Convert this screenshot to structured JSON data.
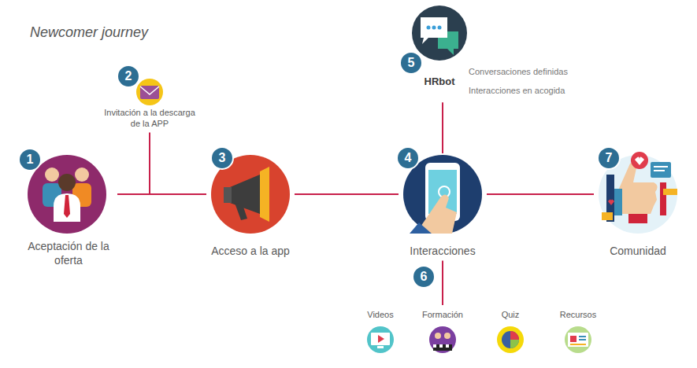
{
  "diagram": {
    "title": "Newcomer journey",
    "nodes": [
      {
        "text": [
          "Aceptación de la oferta"
        ]
      },
      {
        "text": [
          "Invitación a la descarga de la APP"
        ]
      },
      {
        "text": [
          "Acceso a la app"
        ]
      },
      {
        "text": [
          "Interacciones"
        ]
      },
      {
        "text": [
          "HRbot",
          "Conversaciones definidas",
          "Interacciones en acogida"
        ]
      },
      {
        "text": [
          "Comunidad"
        ]
      },
      {
        "text": [
          "Videos"
        ]
      },
      {
        "text": [
          "Formación"
        ]
      },
      {
        "text": [
          "Quiz"
        ]
      },
      {
        "text": [
          "Recursos"
        ]
      }
    ],
    "edges": [
      {
        "from": 0,
        "to": 2,
        "arrow": "none"
      },
      {
        "from": 0,
        "to": 1,
        "arrow": "none"
      },
      {
        "from": 2,
        "to": 3,
        "arrow": "none"
      },
      {
        "from": 3,
        "to": 4,
        "arrow": "none"
      },
      {
        "from": 3,
        "to": 5,
        "arrow": "none"
      },
      {
        "from": 3,
        "to": 7,
        "arrow": "none"
      }
    ],
    "labels": [
      "1",
      "2",
      "3",
      "4",
      "5",
      "6",
      "7"
    ]
  }
}
